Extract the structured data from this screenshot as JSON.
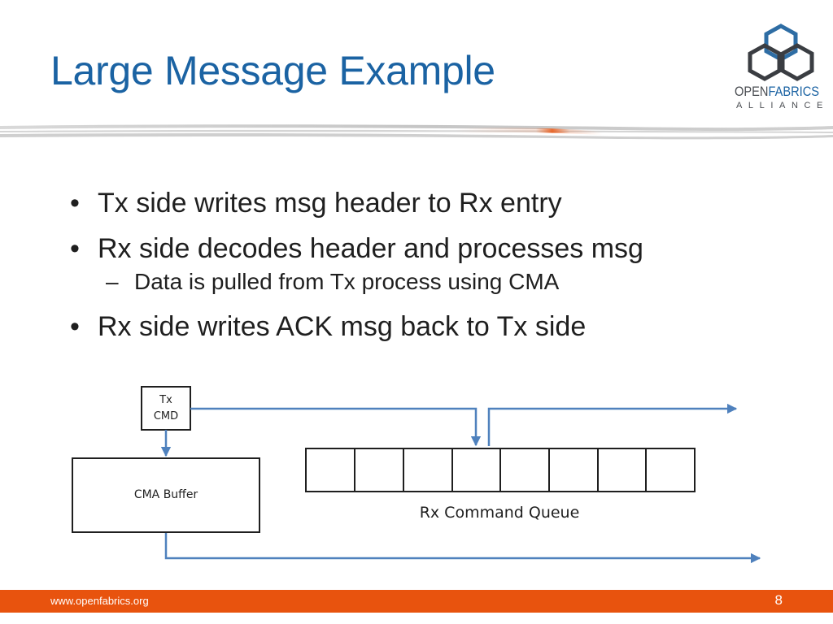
{
  "slide": {
    "title": "Large Message Example",
    "logo": {
      "word_open": "OPEN",
      "word_fabrics": "FABRICS",
      "subtitle": "ALLIANCE"
    },
    "bullets": [
      {
        "level": 1,
        "text": "Tx side writes msg header to Rx entry"
      },
      {
        "level": 1,
        "text": "Rx side decodes header and processes msg"
      },
      {
        "level": 2,
        "text": "Data is pulled from Tx process using CMA"
      },
      {
        "level": 1,
        "text": "Rx side writes ACK msg back to Tx side"
      }
    ],
    "bullet_symbol": "•",
    "sub_bullet_symbol": "–"
  },
  "diagram": {
    "tx_cmd": {
      "line1": "Tx",
      "line2": "CMD"
    },
    "cma_buffer": "CMA Buffer",
    "queue_label": "Rx Command Queue",
    "queue_cells": 8,
    "arrow_color": "#4f81bd"
  },
  "footer": {
    "url": "www.openfabrics.org",
    "page_number": "8",
    "color": "#e8530e"
  },
  "colors": {
    "title": "#1b63a3",
    "logo_blue": "#2e6da4",
    "logo_dark": "#3a3d42"
  }
}
